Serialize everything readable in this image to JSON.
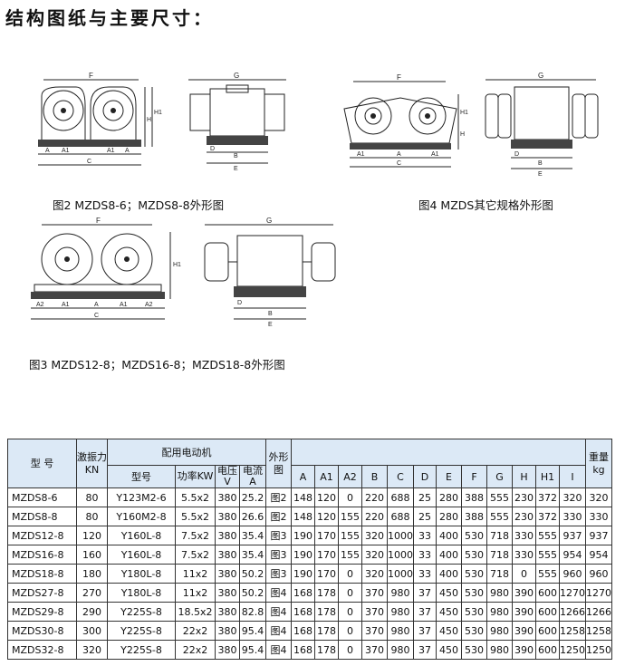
{
  "page": {
    "title": "结构图纸与主要尺寸："
  },
  "figures": {
    "fig2": {
      "caption": "图2  MZDS8-6；MZDS8-8外形图",
      "dims_front": [
        "F",
        "H",
        "H1",
        "A",
        "A1",
        "A1",
        "A",
        "C"
      ],
      "dims_side": [
        "G",
        "D",
        "B",
        "E"
      ]
    },
    "fig4": {
      "caption": "图4  MZDS其它规格外形图",
      "dims_front": [
        "F",
        "H1",
        "H",
        "A1",
        "A",
        "A1",
        "C"
      ],
      "dims_side": [
        "G",
        "D",
        "B",
        "E"
      ]
    },
    "fig3": {
      "caption": "图3  MZDS12-8；MZDS16-8；MZDS18-8外形图",
      "dims_front": [
        "F",
        "H1",
        "A2",
        "A1",
        "A",
        "A1",
        "A2",
        "C"
      ],
      "dims_side": [
        "G",
        "D",
        "B",
        "E"
      ]
    }
  },
  "table": {
    "header": {
      "model": "型  号",
      "force": "激振力KN",
      "motor_group": "配用电动机",
      "motor_model": "型号",
      "power": "功率KW",
      "voltage": "电压V",
      "current": "电流A",
      "outline": "外形图",
      "weight": "重量kg",
      "dims": [
        "A",
        "A1",
        "A2",
        "B",
        "C",
        "D",
        "E",
        "F",
        "G",
        "H",
        "H1",
        "I"
      ]
    },
    "rows": [
      [
        "MZDS8-6",
        "80",
        "Y123M2-6",
        "5.5x2",
        "380",
        "25.2",
        "图2",
        "148",
        "120",
        "0",
        "220",
        "688",
        "25",
        "280",
        "388",
        "555",
        "230",
        "372",
        "320",
        "320"
      ],
      [
        "MZDS8-8",
        "80",
        "Y160M2-8",
        "5.5x2",
        "380",
        "26.6",
        "图2",
        "148",
        "120",
        "155",
        "220",
        "688",
        "25",
        "280",
        "388",
        "555",
        "230",
        "372",
        "330",
        "330"
      ],
      [
        "MZDS12-8",
        "120",
        "Y160L-8",
        "7.5x2",
        "380",
        "35.4",
        "图3",
        "190",
        "170",
        "155",
        "320",
        "1000",
        "33",
        "400",
        "530",
        "718",
        "330",
        "555",
        "937",
        "937"
      ],
      [
        "MZDS16-8",
        "160",
        "Y160L-8",
        "7.5x2",
        "380",
        "35.4",
        "图3",
        "190",
        "170",
        "155",
        "320",
        "1000",
        "33",
        "400",
        "530",
        "718",
        "330",
        "555",
        "954",
        "954"
      ],
      [
        "MZDS18-8",
        "180",
        "Y180L-8",
        "11x2",
        "380",
        "50.2",
        "图3",
        "190",
        "170",
        "0",
        "320",
        "1000",
        "33",
        "400",
        "530",
        "718",
        "0",
        "555",
        "960",
        "960"
      ],
      [
        "MZDS27-8",
        "270",
        "Y180L-8",
        "11x2",
        "380",
        "50.2",
        "图4",
        "168",
        "178",
        "0",
        "370",
        "980",
        "37",
        "450",
        "530",
        "980",
        "390",
        "600",
        "1270",
        "1270"
      ],
      [
        "MZDS29-8",
        "290",
        "Y225S-8",
        "18.5x2",
        "380",
        "82.8",
        "图4",
        "168",
        "178",
        "0",
        "370",
        "980",
        "37",
        "450",
        "530",
        "980",
        "390",
        "600",
        "1266",
        "1266"
      ],
      [
        "MZDS30-8",
        "300",
        "Y225S-8",
        "22x2",
        "380",
        "95.4",
        "图4",
        "168",
        "178",
        "0",
        "370",
        "980",
        "37",
        "450",
        "530",
        "980",
        "390",
        "600",
        "1258",
        "1258"
      ],
      [
        "MZDS32-8",
        "320",
        "Y225S-8",
        "22x2",
        "380",
        "95.4",
        "图4",
        "168",
        "178",
        "0",
        "370",
        "980",
        "37",
        "450",
        "530",
        "980",
        "390",
        "600",
        "1250",
        "1250"
      ]
    ]
  }
}
